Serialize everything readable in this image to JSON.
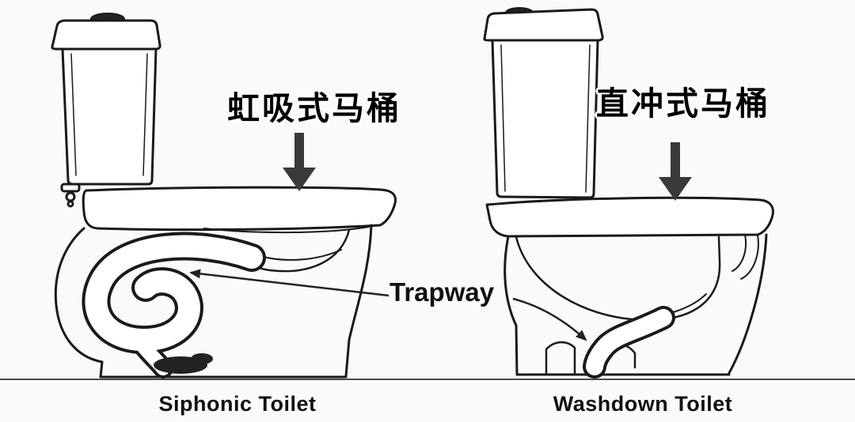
{
  "diagram": {
    "left_toilet": {
      "cn_label": "虹吸式马桶",
      "en_label": "Siphonic Toilet"
    },
    "right_toilet": {
      "cn_label": "直冲式马桶",
      "en_label": "Washdown Toilet"
    },
    "trapway_label": "Trapway",
    "colors": {
      "background": "#fafafa",
      "line": "#1a1a1a",
      "arrow": "#3a3a3a",
      "text": "#111111"
    }
  }
}
